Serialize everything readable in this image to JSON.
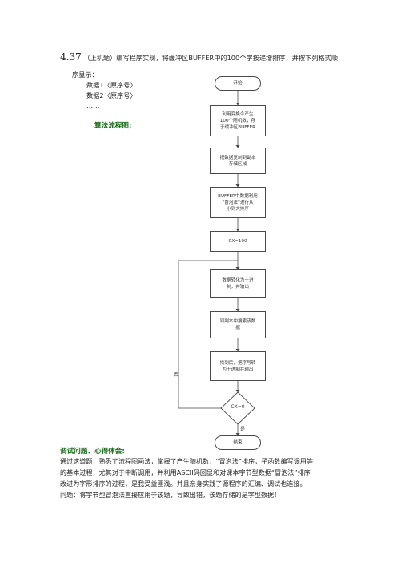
{
  "question": {
    "number": "4.37",
    "text": "（上机题）编写程序实现，将缓冲区BUFFER中的100个字按递增排序，并按下列格式顺",
    "text_cont": "序显示：",
    "format_lines": [
      "数据1〈原序号〉",
      "数据2〈原序号〉",
      "……"
    ]
  },
  "flowchart": {
    "label": "算法流程图:",
    "start": "开始",
    "steps": [
      "利用变换今产生\n100个随机数，存\n于缓冲区BUFFER",
      "把数据复制到副本\n存储区域",
      "BUFFER中数据利用\n“冒泡法”进行从\n小到大排序",
      "CX=100",
      "数据转化为十进\n制，并输出",
      "到副本中搜索该数\n据",
      "找到后，把序号转\n为十进制并输出"
    ],
    "decision": "CX=0",
    "no_label": "否",
    "yes_label": "是",
    "end": "结束"
  },
  "debug": {
    "heading": "调试问题、心得体会:",
    "lines": [
      "通过这道题，熟悉了流程图画法，掌握了产生随机数，“冒泡法”排序，子函数编写调用等",
      "的基本过程，尤其对于中断调用，并利用ASCII码回显和对课本字节型数据“冒泡法”排序",
      "改进为字形排序的过程，是我受益匪浅。并且亲身实践了源程序的汇编、调试也连接。",
      "问题：将字节型冒泡法直接应用于该题，导致出错，该题存储的是字型数据！"
    ]
  }
}
